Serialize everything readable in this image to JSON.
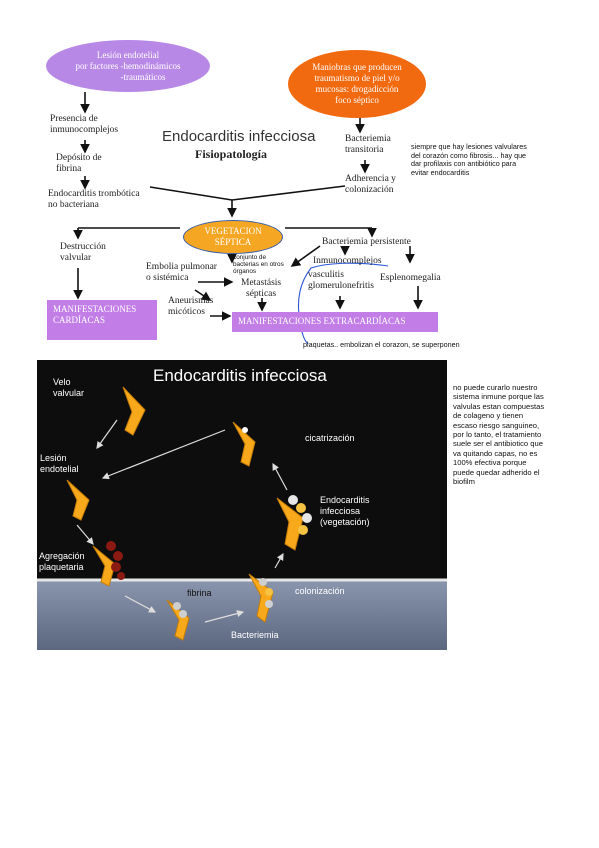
{
  "top": {
    "ellipse_left": [
      "Lesión endotelial",
      "por factores -hemodinámicos",
      "-traumáticos"
    ],
    "ellipse_right": [
      "Maniobras que producen",
      "traumatismo de piel y/o",
      "mucosas: drogadicción",
      "foco séptico"
    ],
    "title": "Endocarditis infecciosa",
    "subtitle": "Fisiopatología",
    "left_steps": {
      "presencia": [
        "Presencia de",
        "inmunocomplejos"
      ],
      "deposito": [
        "Depósito de",
        "fibrina"
      ],
      "trombotica": [
        "Endocarditis trombótica",
        "no bacteriana"
      ]
    },
    "right_steps": {
      "bacteriemia": [
        "Bacteriemia",
        "transitoria"
      ],
      "adherencia": [
        "Adherencia y",
        "colonización"
      ]
    },
    "note_right": [
      "siempre que hay lesiones valvulares",
      "del corazón como fibrosis... hay que",
      "dar profilaxis con antibiótico para",
      "evitar endocarditis"
    ],
    "vegetacion": [
      "VEGETACION",
      "SÉPTICA"
    ],
    "destruccion": [
      "Destrucción",
      "valvular"
    ],
    "embolia": [
      "Embolia pulmonar",
      "o sistémica"
    ],
    "note_embolia": [
      "conjunto de",
      "bacterias en otros",
      "órganos"
    ],
    "metastasis": [
      "Metastásis",
      "sépticas"
    ],
    "aneurismas": [
      "Aneurismas",
      "micóticos"
    ],
    "bact_persistente": "Bacteriemia persistente",
    "inmunocomplejos": "Inmunocomplejos",
    "vasculitis": [
      "vasculitis",
      "glomerulonefritis"
    ],
    "esplenomegalia": "Esplenomegalia",
    "manif_cardiacas": [
      "MANIFESTACIONES",
      "CARDÍACAS"
    ],
    "manif_extra": "MANIFESTACIONES EXTRACARDÍACAS",
    "note_plaquetas": "plaquetas.. embolizan el corazon, se superponen"
  },
  "panel": {
    "title": "Endocarditis infecciosa",
    "labels": {
      "velo": [
        "Velo",
        "valvular"
      ],
      "lesion": [
        "Lesión",
        "endotelial"
      ],
      "agregacion": [
        "Agregación",
        "plaquetaria"
      ],
      "fibrina": "fibrina",
      "bacteriemia": "Bacteriemia",
      "colonizacion": "colonización",
      "endocarditis": [
        "Endocarditis",
        "infecciosa",
        "(vegetación)"
      ],
      "cicatrizacion": "cicatrización"
    }
  },
  "note_bottom": [
    "no puede curarlo nuestro",
    "sistema inmune porque las",
    "valvulas estan compuestas",
    "de colageno y tienen",
    "escaso riesgo sanguineo,",
    "por lo tanto, el tratamiento",
    "suele ser el antibiotico que",
    "va quitando capas, no es",
    "100% efectiva porque",
    "puede quedar adherido el",
    "biofilm"
  ],
  "colors": {
    "purple": "#b888e6",
    "orange": "#f26a10",
    "vegetacion": "#f5a623",
    "magenta_box": "#c27ee6",
    "leaflet": "#f7a81b"
  }
}
